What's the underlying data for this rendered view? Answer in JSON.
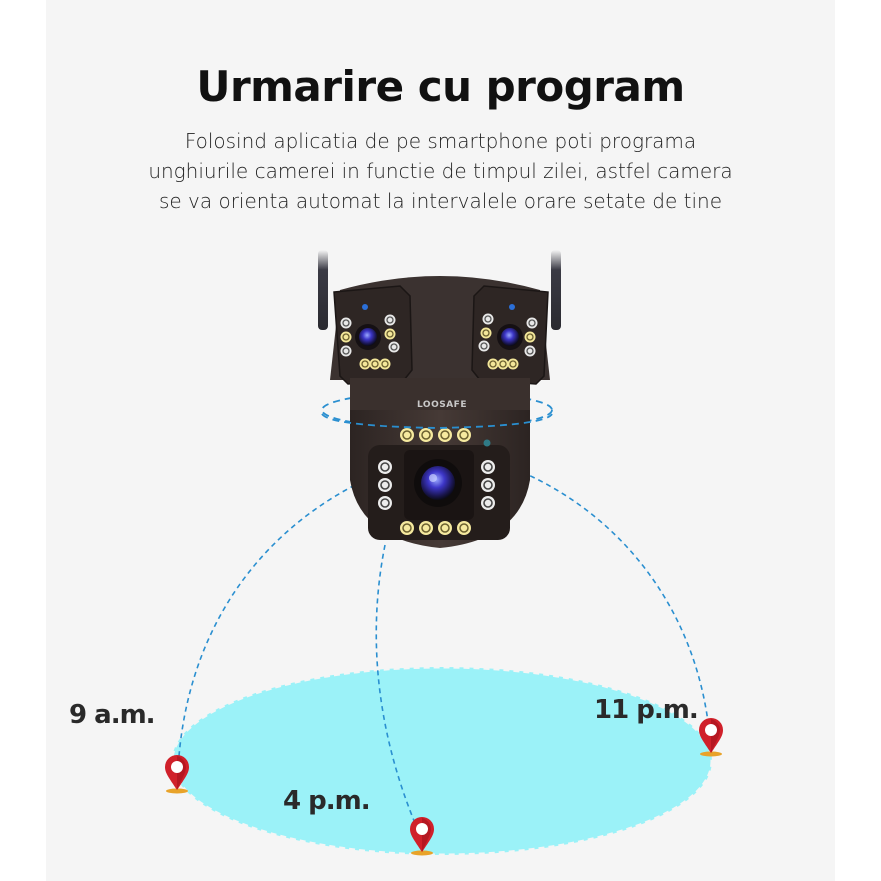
{
  "header": {
    "title": "Urmarire cu program",
    "subtitle_lines": [
      "Folosind aplicatia de pe smartphone poti programa",
      "unghiurile camerei in functie de timpul zilei, astfel camera",
      "se va orienta automat la intervalele orare setate de tine"
    ]
  },
  "product": {
    "brand": "LOOSAFE",
    "image": "dual-lens-ptz-security-camera"
  },
  "schedule_points": [
    {
      "label": "9 a.m.",
      "icon": "map-pin-icon"
    },
    {
      "label": "4 p.m.",
      "icon": "map-pin-icon"
    },
    {
      "label": "11 p.m.",
      "icon": "map-pin-icon"
    }
  ],
  "colors": {
    "background": "#f5f5f5",
    "coverage_area": "#9bf2f8",
    "dashed_path": "#2a8fd0",
    "pin": "#d0202a",
    "camera_body": "#3a302d"
  }
}
